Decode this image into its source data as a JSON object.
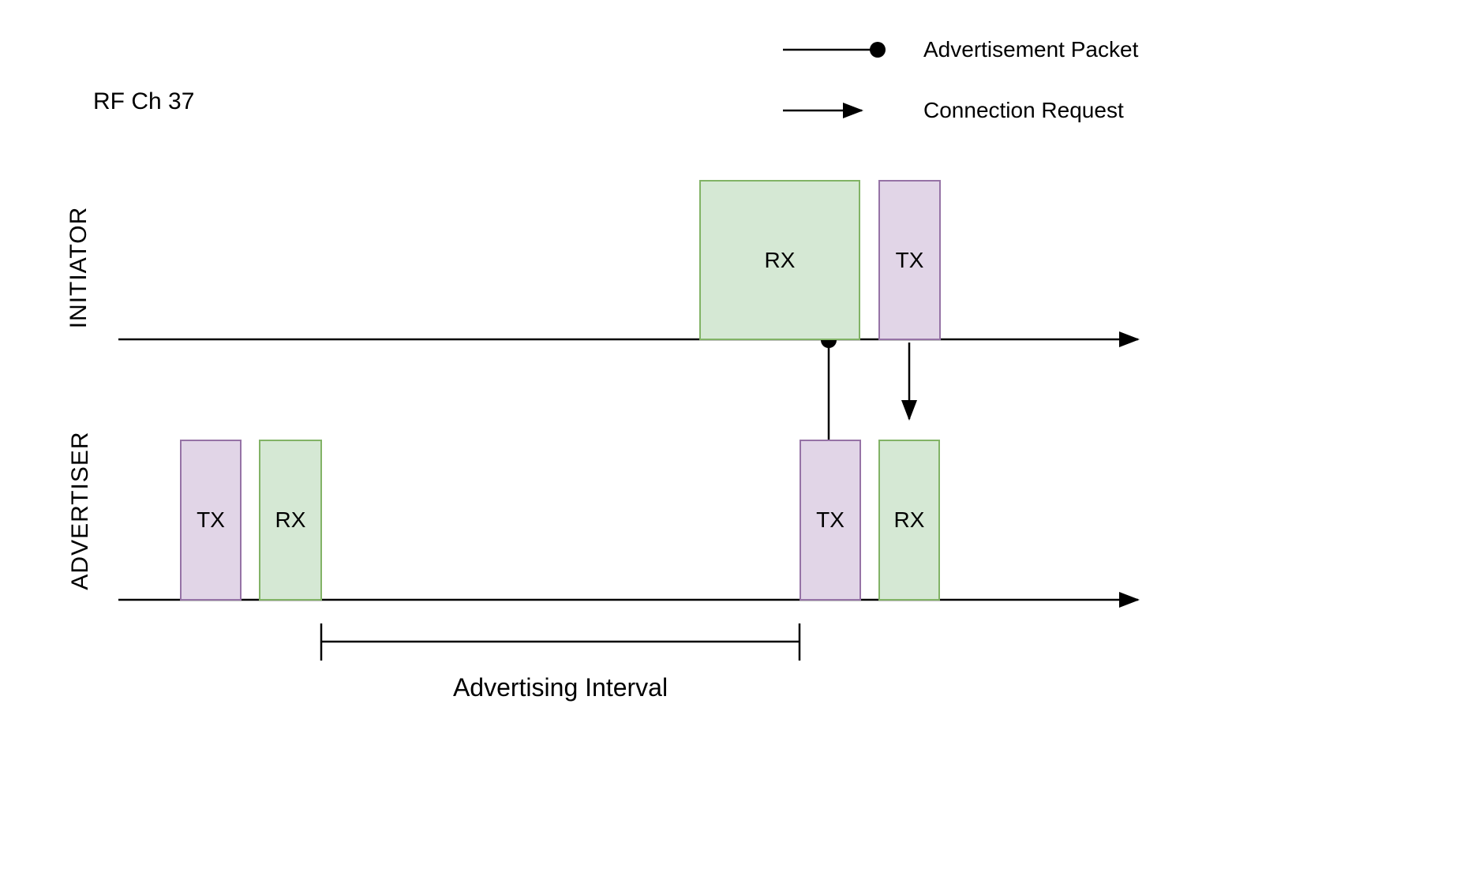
{
  "labels": {
    "rf_channel": "RF Ch 37",
    "advertising_interval": "Advertising Interval"
  },
  "legend": {
    "advertisement_packet": "Advertisement Packet",
    "connection_request": "Connection Request"
  },
  "lanes": {
    "initiator": {
      "label": "INITIATOR"
    },
    "advertiser": {
      "label": "ADVERTISER"
    }
  },
  "boxes": {
    "initiator_rx": {
      "label": "RX",
      "role": "receive-window"
    },
    "initiator_tx": {
      "label": "TX",
      "role": "transmit-window"
    },
    "advertiser_tx1": {
      "label": "TX",
      "role": "transmit-window"
    },
    "advertiser_rx1": {
      "label": "RX",
      "role": "receive-window"
    },
    "advertiser_tx2": {
      "label": "TX",
      "role": "transmit-window"
    },
    "advertiser_rx2": {
      "label": "RX",
      "role": "receive-window"
    }
  },
  "colors": {
    "rx-fill": "#d5e8d4",
    "rx-border": "#82b366",
    "tx-fill": "#e1d5e7",
    "tx-border": "#9673a6",
    "line": "#000000"
  }
}
